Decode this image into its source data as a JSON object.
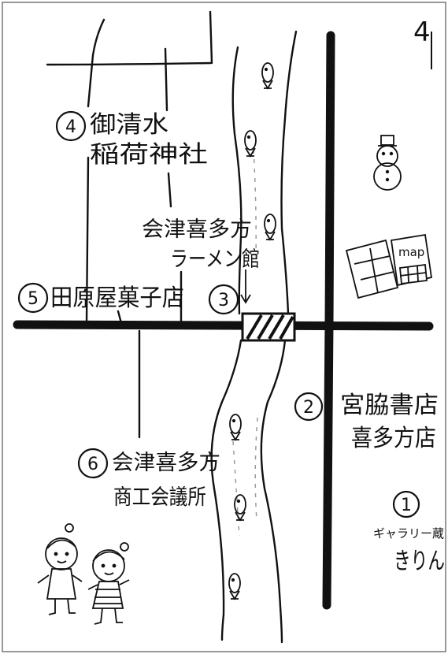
{
  "page_number": "4",
  "places": [
    {
      "number": "1",
      "name_lines": [
        "ギャラリー蔵",
        "きりん"
      ]
    },
    {
      "number": "2",
      "name_lines": [
        "宮脇書店",
        "喜多方店"
      ]
    },
    {
      "number": "3",
      "name_lines": [
        "会津喜多方",
        "ラーメン館"
      ]
    },
    {
      "number": "4",
      "name_lines": [
        "御清水",
        "稲荷神社"
      ]
    },
    {
      "number": "5",
      "name_lines": [
        "田原屋菓子店"
      ]
    },
    {
      "number": "6",
      "name_lines": [
        "会津喜多方",
        "商工会議所"
      ]
    }
  ],
  "map_sign": "map",
  "icons": {
    "fish": "fish-icon",
    "snowman": "snowman-icon",
    "bridge": "bridge-icon",
    "map": "folded-map-icon",
    "children": "children-icon"
  },
  "colors": {
    "ink": "#111111",
    "river_dash": "#9a9a9a",
    "paper": "#ffffff"
  }
}
